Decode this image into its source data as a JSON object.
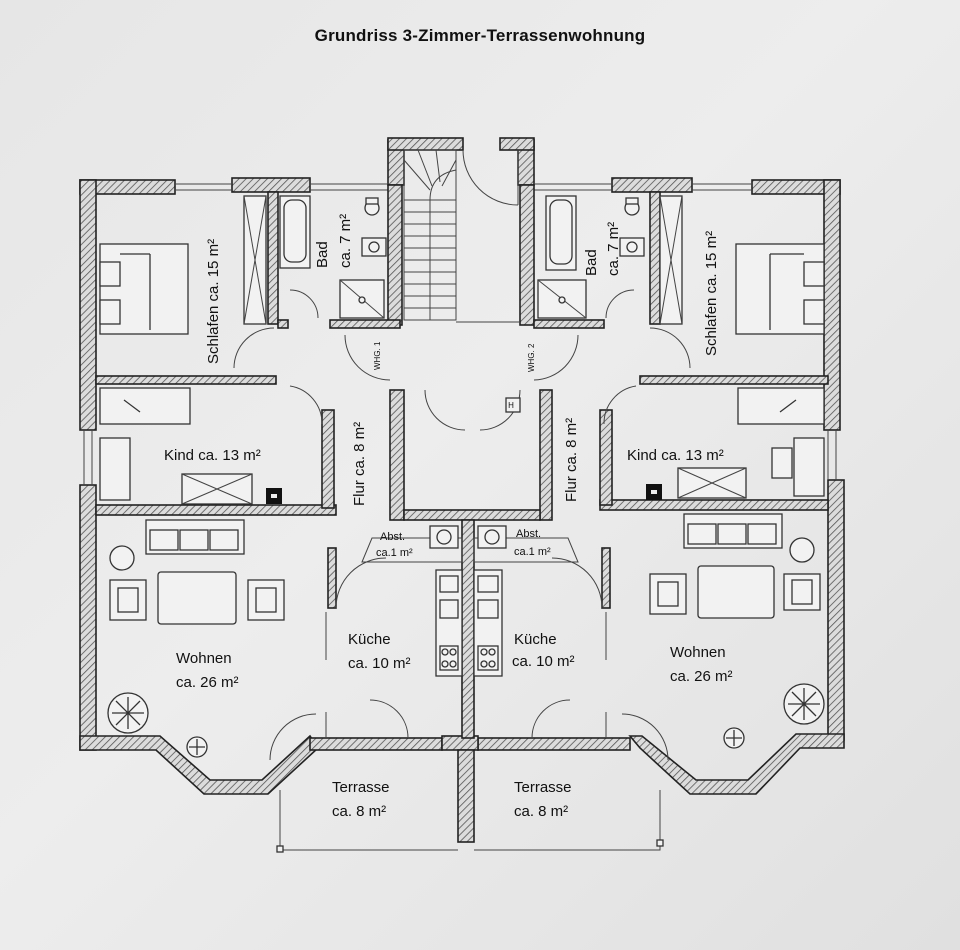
{
  "title": "Grundriss 3-Zimmer-Terrassenwohnung",
  "rooms": {
    "left": {
      "schlafen": "Schlafen ca. 15 m²",
      "bad_name": "Bad",
      "bad_area": "ca. 7 m²",
      "kind": "Kind ca. 13 m²",
      "flur": "Flur ca. 8 m²",
      "abst_name": "Abst.",
      "abst_area": "ca.1 m²",
      "kueche_name": "Küche",
      "kueche_area": "ca. 10 m²",
      "wohnen_name": "Wohnen",
      "wohnen_area": "ca. 26 m²",
      "terrasse_name": "Terrasse",
      "terrasse_area": "ca. 8  m²",
      "whg": "WHG. 1"
    },
    "right": {
      "schlafen": "Schlafen ca. 15 m²",
      "bad_name": "Bad",
      "bad_area": "ca. 7 m²",
      "kind": "Kind ca. 13 m²",
      "flur": "Flur ca. 8 m²",
      "abst_name": "Abst.",
      "abst_area": "ca.1 m²",
      "kueche_name": "Küche",
      "kueche_area": "ca. 10 m²",
      "wohnen_name": "Wohnen",
      "wohnen_area": "ca. 26 m²",
      "terrasse_name": "Terrasse",
      "terrasse_area": "ca. 8  m²",
      "whg": "WHG. 2"
    }
  },
  "colors": {
    "background": "#e6e6e6",
    "line": "#222222",
    "hatch": "#555555"
  }
}
